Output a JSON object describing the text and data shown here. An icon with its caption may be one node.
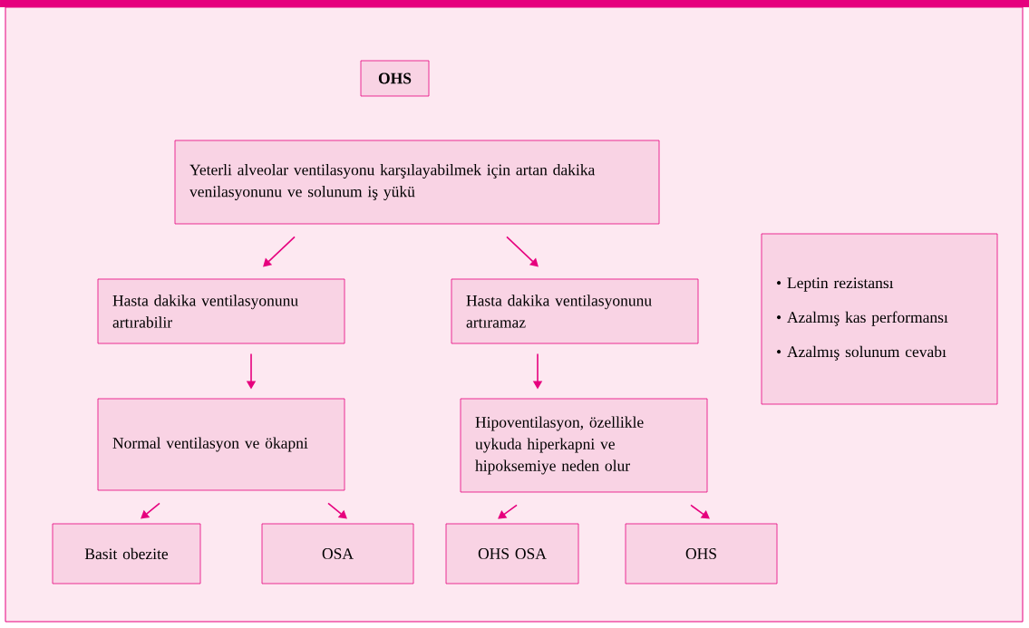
{
  "diagram": {
    "nodes": [
      {
        "text": [
          "OHS"
        ]
      },
      {
        "text": [
          "Yeterli alveolar ventilasyonu karşılayabilmek için artan dakika venilasyonunu ve solunum iş yükü"
        ]
      },
      {
        "text": [
          "Hasta dakika ventilasyonunu artırabilir"
        ]
      },
      {
        "text": [
          "Hasta dakika ventilasyonunu artıramaz"
        ]
      },
      {
        "text": [
          "Normal ventilasyon ve ökapni"
        ]
      },
      {
        "text": [
          "Hipoventilasyon, özellikle uykuda hiperkapni ve hipoksemiye neden olur"
        ]
      },
      {
        "text": [
          "Basit obezite"
        ]
      },
      {
        "text": [
          "OSA"
        ]
      },
      {
        "text": [
          "OHS OSA"
        ]
      },
      {
        "text": [
          "OHS"
        ]
      },
      {
        "text": [
          "• Leptin rezistansı",
          "• Azalmış kas performansı",
          "• Azalmış solunum cevabı"
        ]
      }
    ],
    "edges": [
      {
        "from": 1,
        "to": 2,
        "arrow": "to"
      },
      {
        "from": 1,
        "to": 3,
        "arrow": "to"
      },
      {
        "from": 2,
        "to": 4,
        "arrow": "to"
      },
      {
        "from": 3,
        "to": 5,
        "arrow": "to"
      },
      {
        "from": 4,
        "to": 6,
        "arrow": "to"
      },
      {
        "from": 4,
        "to": 7,
        "arrow": "to"
      },
      {
        "from": 5,
        "to": 8,
        "arrow": "to"
      },
      {
        "from": 5,
        "to": 9,
        "arrow": "to"
      }
    ]
  }
}
